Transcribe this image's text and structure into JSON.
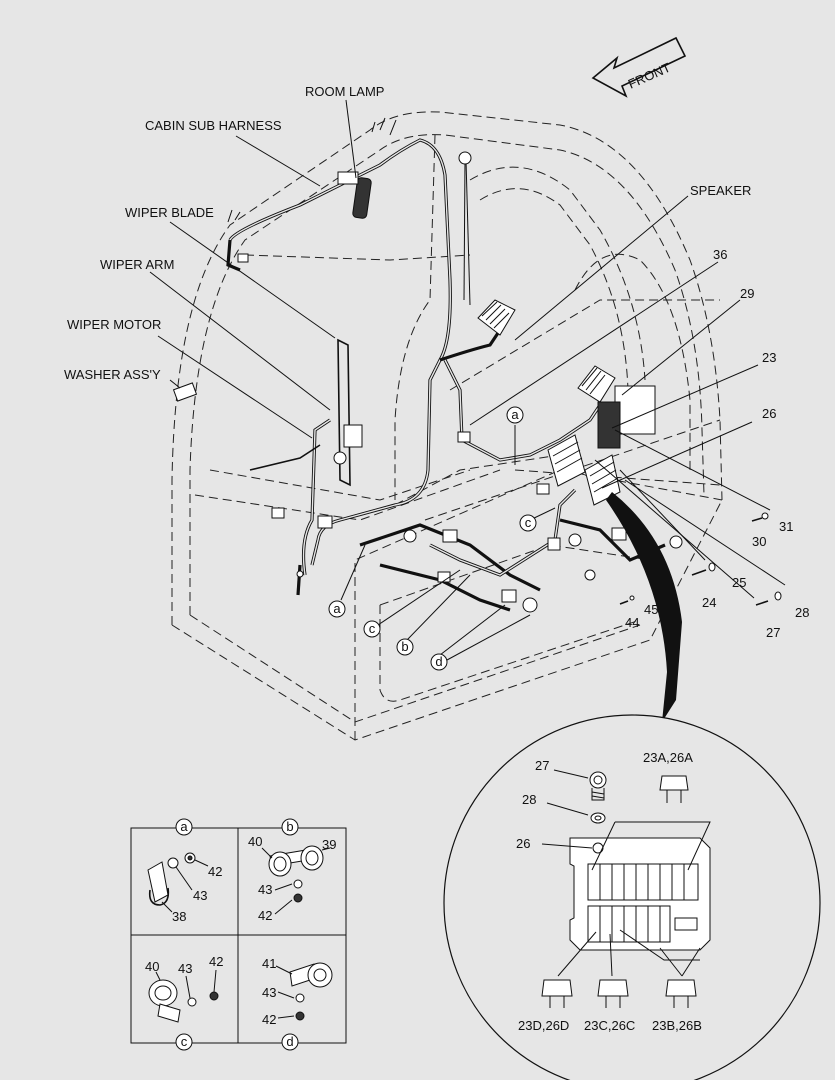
{
  "direction": {
    "front": "FRONT"
  },
  "callouts": {
    "room_lamp": "ROOM LAMP",
    "cabin_sub_harness": "CABIN SUB HARNESS",
    "wiper_blade": "WIPER BLADE",
    "wiper_arm": "WIPER ARM",
    "wiper_motor": "WIPER MOTOR",
    "washer_assy": "WASHER ASS'Y",
    "speaker": "SPEAKER",
    "p36": "36",
    "p29": "29",
    "p23": "23",
    "p26": "26",
    "p31": "31",
    "p30": "30",
    "p25": "25",
    "p24": "24",
    "p28": "28",
    "p27": "27",
    "p45": "45",
    "p44": "44"
  },
  "clamp_refs": {
    "a": "a",
    "b": "b",
    "c": "c",
    "d": "d"
  },
  "detail": {
    "p27": "27",
    "p28": "28",
    "p26": "26",
    "fuse_23a": "23A,26A",
    "fuse_23d": "23D,26D",
    "fuse_23c": "23C,26C",
    "fuse_23b": "23B,26B"
  },
  "clamp_table": {
    "a": {
      "ref": "a",
      "parts": [
        "42",
        "43",
        "38"
      ]
    },
    "b": {
      "ref": "b",
      "parts": [
        "40",
        "39",
        "43",
        "42"
      ]
    },
    "c": {
      "ref": "c",
      "parts": [
        "40",
        "43",
        "42"
      ]
    },
    "d": {
      "ref": "d",
      "parts": [
        "41",
        "43",
        "42"
      ]
    }
  }
}
